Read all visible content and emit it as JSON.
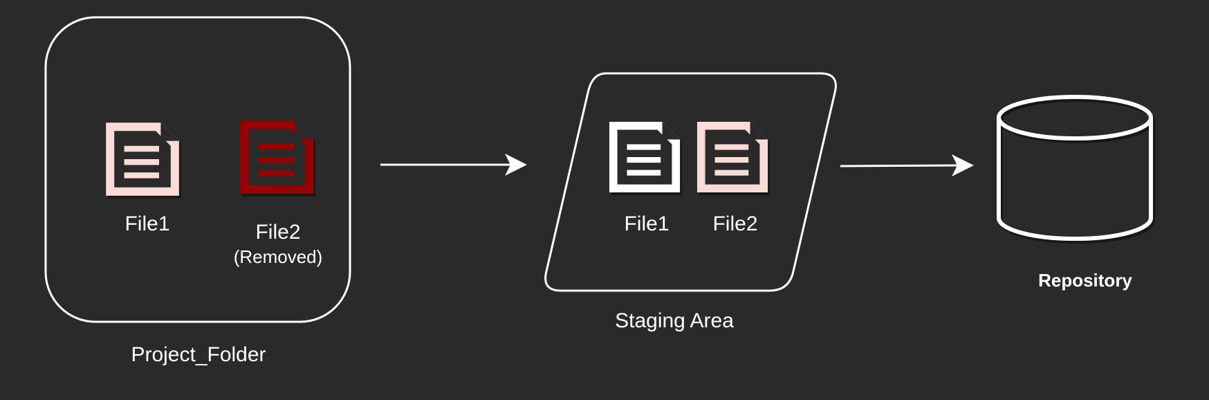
{
  "project_folder": {
    "label": "Project_Folder",
    "file1": {
      "label": "File1",
      "color": "#f9dcd6"
    },
    "file2": {
      "label": "File2",
      "sublabel": "(Removed)",
      "color": "#990000"
    }
  },
  "staging_area": {
    "label": "Staging Area",
    "file1": {
      "label": "File1",
      "color": "#ffffff"
    },
    "file2": {
      "label": "File2",
      "color": "#f9dcd6"
    }
  },
  "repository": {
    "label": "Repository"
  },
  "colors": {
    "background": "#2a2a2a",
    "stroke": "#ffffff",
    "file_removed": "#990000",
    "file_staged": "#f9dcd6"
  }
}
